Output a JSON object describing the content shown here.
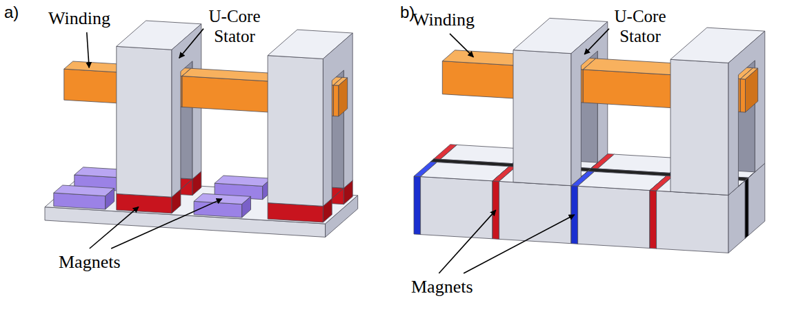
{
  "diagram": {
    "labels": [
      "a)",
      "Winding",
      "U-Core Stator",
      "Magnets",
      "b)",
      "Winding",
      "U-Core Stator",
      "Magnets"
    ]
  }
}
